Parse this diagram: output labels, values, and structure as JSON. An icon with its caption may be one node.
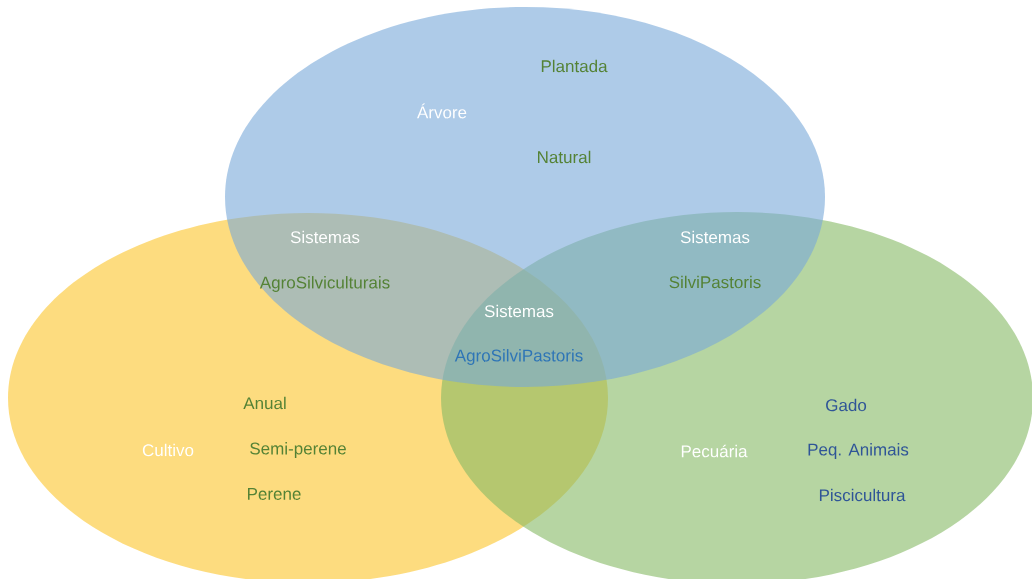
{
  "diagram": {
    "nodes": [
      {
        "text": [
          "Árvore",
          "Plantada",
          "Natural"
        ]
      },
      {
        "text": [
          "Cultivo",
          "Anual",
          "Semi-perene",
          "Perene"
        ]
      },
      {
        "text": [
          "Pecuária",
          "Gado",
          "Peq. Animais",
          "Piscicultura"
        ]
      }
    ],
    "labels": [
      "Sistemas",
      "AgroSilviculturais",
      "Sistemas",
      "SilviPastoris",
      "Sistemas",
      "AgroSilviPastoris"
    ]
  }
}
